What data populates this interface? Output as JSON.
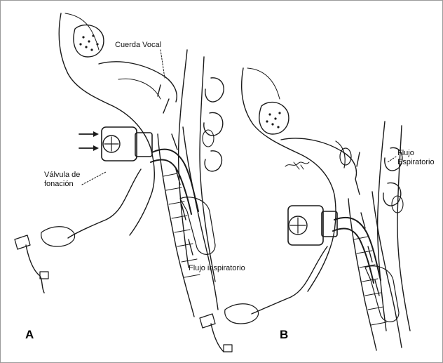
{
  "labels": {
    "vocal_cord": "Cuerda Vocal",
    "phonation_valve": "Válvula de\nfonación",
    "expiratory_flow": "Flujo\nEspiratorio",
    "inspiratory_flow": "Flujo inspiratorio"
  },
  "panels": {
    "a": "A",
    "b": "B"
  }
}
